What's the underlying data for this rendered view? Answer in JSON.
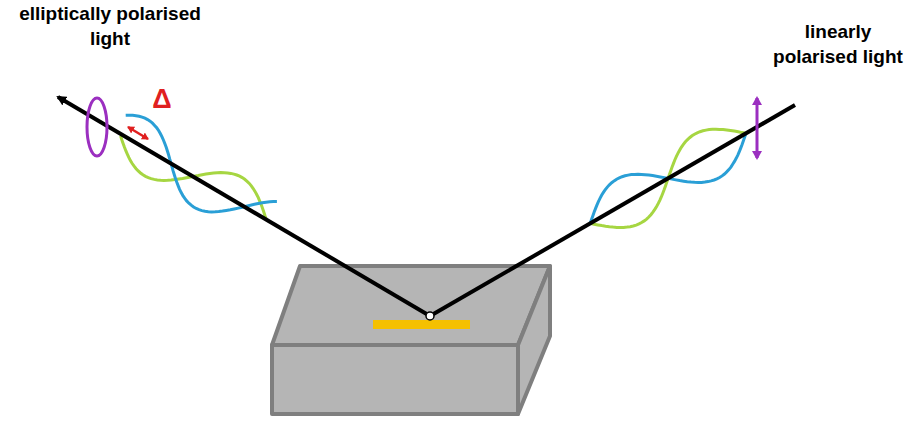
{
  "diagram": {
    "labels": [
      "elliptically polarised light",
      "linearly polarised light",
      "Δ"
    ]
  }
}
